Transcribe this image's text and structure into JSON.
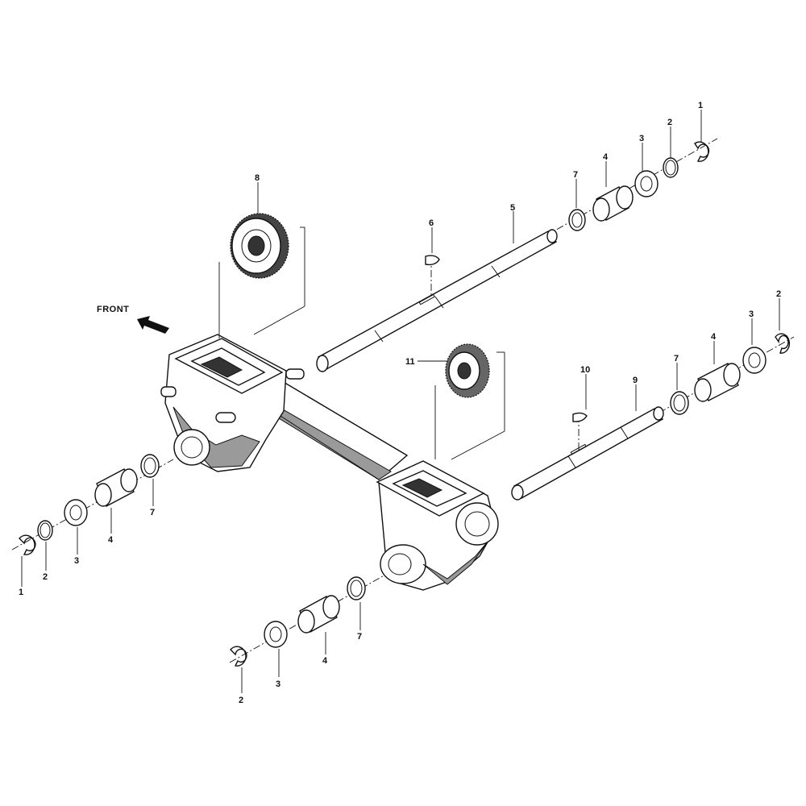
{
  "figure": {
    "front_label": "FRONT",
    "callouts": [
      "1",
      "2",
      "3",
      "4",
      "5",
      "6",
      "7",
      "8",
      "9",
      "10",
      "11"
    ]
  },
  "colors": {
    "ink": "#111111",
    "shade": "#9a9a9a",
    "paper": "#ffffff"
  }
}
